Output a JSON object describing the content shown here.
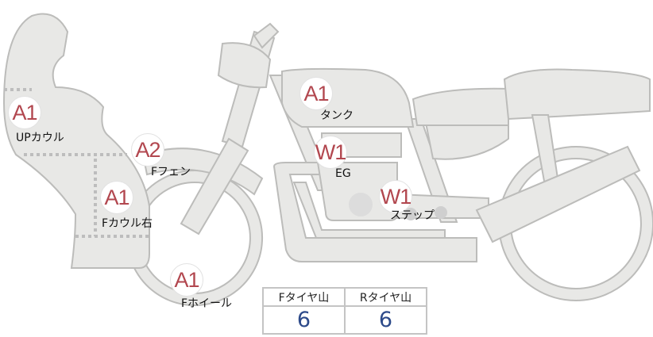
{
  "parts": [
    {
      "id": "up-cowl",
      "grade": "A1",
      "label": "UPカウル"
    },
    {
      "id": "front-fender",
      "grade": "A2",
      "label": "Fフェン"
    },
    {
      "id": "front-cowl-right",
      "grade": "A1",
      "label": "Fカウル右"
    },
    {
      "id": "front-wheel",
      "grade": "A1",
      "label": "Fホイール"
    },
    {
      "id": "tank",
      "grade": "A1",
      "label": "タンク"
    },
    {
      "id": "engine",
      "grade": "W1",
      "label": "EG"
    },
    {
      "id": "step",
      "grade": "W1",
      "label": "ステップ"
    }
  ],
  "tire_table": {
    "headers": [
      "Fタイヤ山",
      "Rタイヤ山"
    ],
    "values": [
      "6",
      "6"
    ]
  },
  "colors": {
    "part_fill": "#e8e8e6",
    "grade_text": "#b2474f",
    "value_text": "#2d4a8a"
  }
}
